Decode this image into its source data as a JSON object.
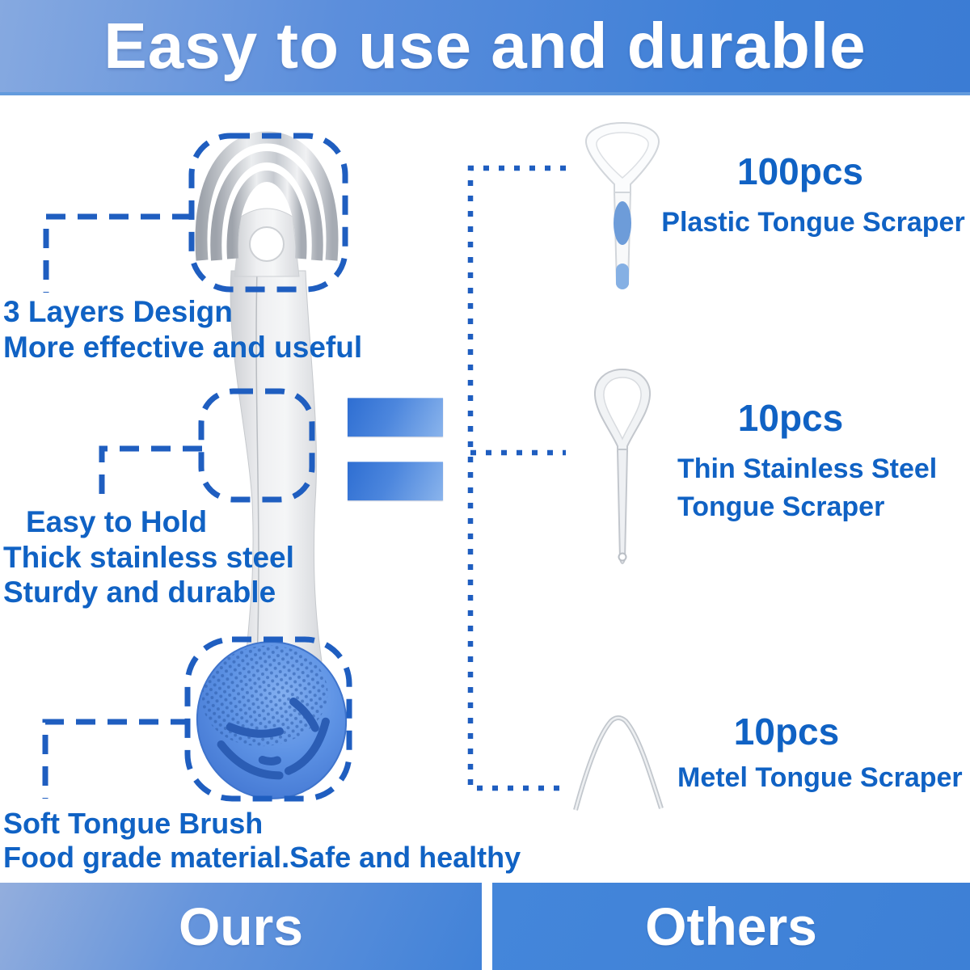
{
  "header": {
    "title": "Easy to use and durable"
  },
  "product": {
    "callouts": [
      {
        "lines": [
          "3 Layers Design",
          "More effective and useful"
        ]
      },
      {
        "lines": [
          "Easy to Hold",
          "Thick stainless steel",
          "Sturdy and durable"
        ]
      },
      {
        "lines": [
          "Soft Tongue Brush",
          "Food grade material.Safe and healthy"
        ]
      }
    ]
  },
  "comparison": {
    "items": [
      {
        "qty": "100pcs",
        "name_lines": [
          "Plastic Tongue Scraper"
        ]
      },
      {
        "qty": "10pcs",
        "name_lines": [
          "Thin Stainless Steel",
          "Tongue Scraper"
        ]
      },
      {
        "qty": "10pcs",
        "name_lines": [
          "Metel Tongue Scraper"
        ]
      }
    ]
  },
  "footer": {
    "ours_label": "Ours",
    "others_label": "Others"
  },
  "colors": {
    "text_blue": "#1062c4",
    "dash_blue": "#1f5ec0",
    "banner_blue": "#3f80d7",
    "brush_blue": "#4e86dd",
    "metal_gray": "#c2c6cc"
  }
}
